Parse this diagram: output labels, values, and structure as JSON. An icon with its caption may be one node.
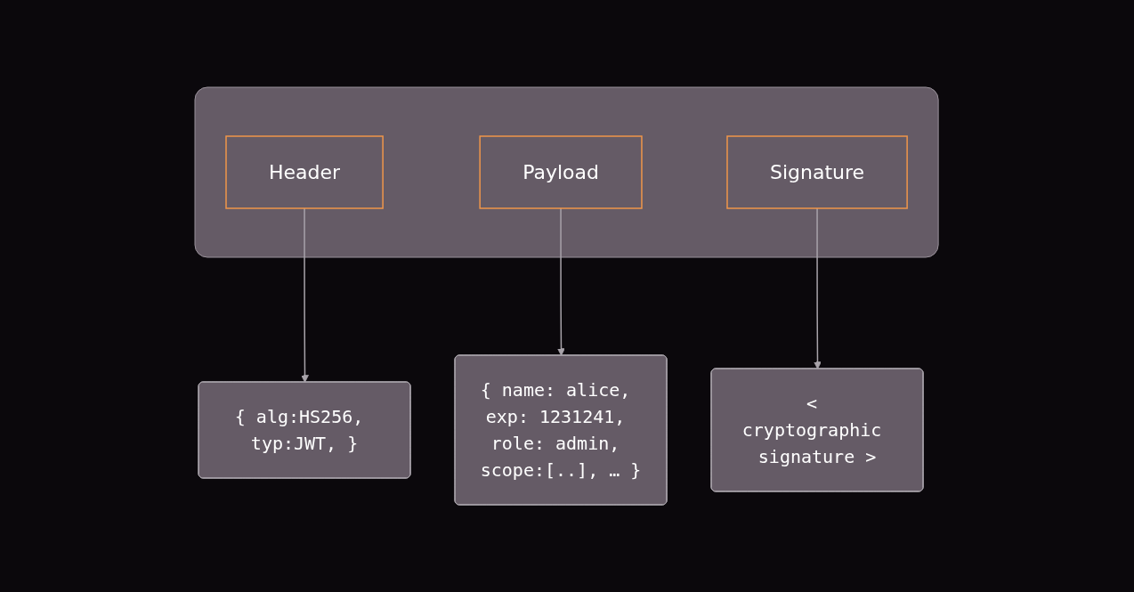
{
  "diagram": {
    "nodes": [
      {
        "text": [],
        "shape": "box"
      },
      {
        "text": [
          "Header"
        ],
        "in": 0
      },
      {
        "text": [
          "Payload"
        ],
        "in": 0
      },
      {
        "text": [
          "Signature"
        ],
        "in": 0
      },
      {
        "text": [
          "{ alg:HS256, typ:JWT, }"
        ]
      },
      {
        "text": [
          "{ name: alice, exp: 1231241, role: admin, scope:[..], … }"
        ]
      },
      {
        "text": [
          "< cryptographic signature >"
        ]
      }
    ],
    "edges": [
      {
        "from": 1,
        "to": 4,
        "arrow": "to"
      },
      {
        "from": 2,
        "to": 5,
        "arrow": "to"
      },
      {
        "from": 3,
        "to": 6,
        "arrow": "to"
      }
    ]
  }
}
